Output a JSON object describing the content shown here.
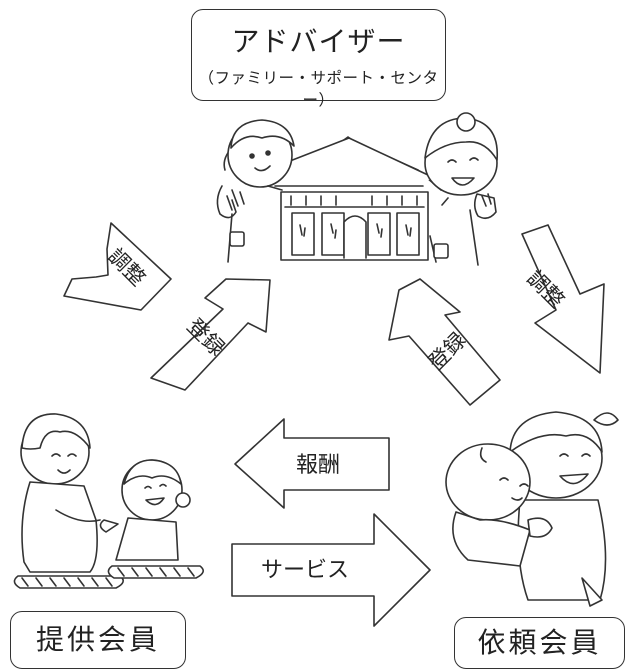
{
  "advisor": {
    "title": "アドバイザー",
    "subtitle": "（ファミリー・サポート・センター）"
  },
  "members": {
    "provider": "提供会員",
    "requester": "依頼会員"
  },
  "arrows": {
    "left_down": "調整",
    "left_up": "登録",
    "right_up": "登録",
    "right_down": "調整",
    "reward": "報酬",
    "service": "サービス"
  },
  "icons": [
    "center-building-icon",
    "adult-woman-icon",
    "child-icon",
    "baby-icon"
  ]
}
